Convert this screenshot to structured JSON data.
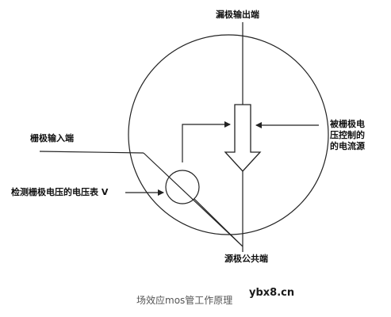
{
  "labels": {
    "drain": "漏极输出端",
    "gate": "栅极输入端",
    "source": "源极公共端",
    "controlled_source_line1": "被栅极电",
    "controlled_source_line2": "压控制的",
    "controlled_source_line3": "的电流源",
    "voltmeter": "检测栅极电压的电压表 V"
  },
  "caption": "场效应mos管工作原理",
  "watermark": "ybx8.cn",
  "colors": {
    "line": "#222222",
    "text": "#111111",
    "caption": "#555555"
  }
}
